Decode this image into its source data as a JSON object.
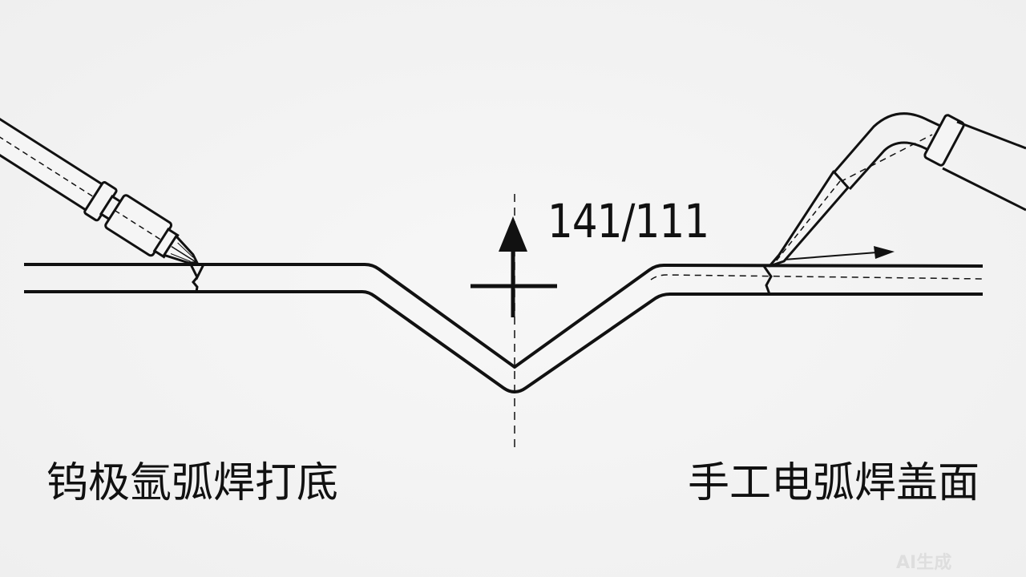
{
  "diagram": {
    "process_code": "141/111",
    "left_caption": "钨极氩弧焊打底",
    "right_caption": "手工电弧焊盖面",
    "watermark": "AI生成",
    "colors": {
      "line": "#111111",
      "background": "#f3f3f3",
      "watermark": "#dedede"
    },
    "icons": [
      "tig-torch-icon",
      "electrode-holder-icon",
      "upward-arrow-icon",
      "travel-direction-arrow-icon"
    ]
  }
}
